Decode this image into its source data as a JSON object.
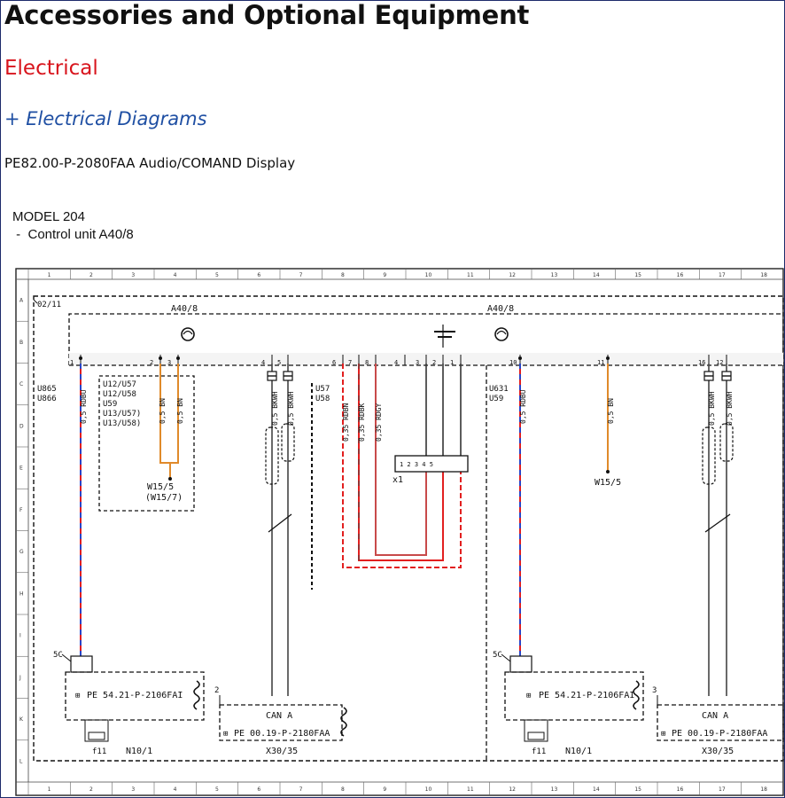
{
  "header": {
    "title": "Accessories and Optional Equipment",
    "section": "Electrical",
    "link": "+ Electrical Diagrams",
    "document": "PE82.00-P-2080FAA Audio/COMAND Display",
    "model": "MODEL 204",
    "subtitle": " -  Control unit A40/8"
  },
  "colors": {
    "title": "#111111",
    "section": "#d8141c",
    "link": "#1f4fa3"
  },
  "diagram": {
    "ruler_columns": [
      "1",
      "2",
      "3",
      "4",
      "5",
      "6",
      "7",
      "8",
      "9",
      "10",
      "11",
      "12",
      "13",
      "14",
      "15",
      "16",
      "17",
      "18"
    ],
    "ruler_rows": [
      "A",
      "B",
      "C",
      "D",
      "E",
      "F",
      "G",
      "H",
      "I",
      "J",
      "K",
      "L"
    ],
    "date_code": "02/11",
    "unit_left": "A40/8",
    "unit_right": "A40/8",
    "codes_left": "U865\nU866",
    "codes_options": "U12/U57\nU12/U58\nU59\nU13/U57)\nU13/U58)",
    "codes_mid": "U57\nU58",
    "codes_right": "U631\nU59",
    "pins": [
      "1",
      "2",
      "3",
      "4",
      "5",
      "6",
      "7",
      "8",
      "4",
      "3",
      "2",
      "1",
      "10",
      "11",
      "16",
      "12"
    ],
    "wire_labels": [
      "0,5 RDBU",
      "0,5 BN",
      "0,5 BN",
      "0,5 BKWH",
      "0,5 BKWH",
      "0,35 RDBN",
      "0,35 RDBK",
      "0,35 RDGY",
      "0,5 RDBU",
      "0,5 BN",
      "0,5 BKWH",
      "0,5 BKWH"
    ],
    "ground_left": "W15/5",
    "ground_left_alt": "(W15/7)",
    "ground_right": "W15/5",
    "connector_x1": "x1",
    "connector_x1_pins": "1 2 3 4 5",
    "fuse_label": "5C",
    "pe_fuse": "PE 54.21-P-2106FAI",
    "pe_can": "PE 00.19-P-2180FAA",
    "can_label": "CAN A",
    "n10": "N10/1",
    "x30": "X30/35",
    "f1": "f11",
    "box_num_2": "2",
    "box_num_3": "3"
  }
}
